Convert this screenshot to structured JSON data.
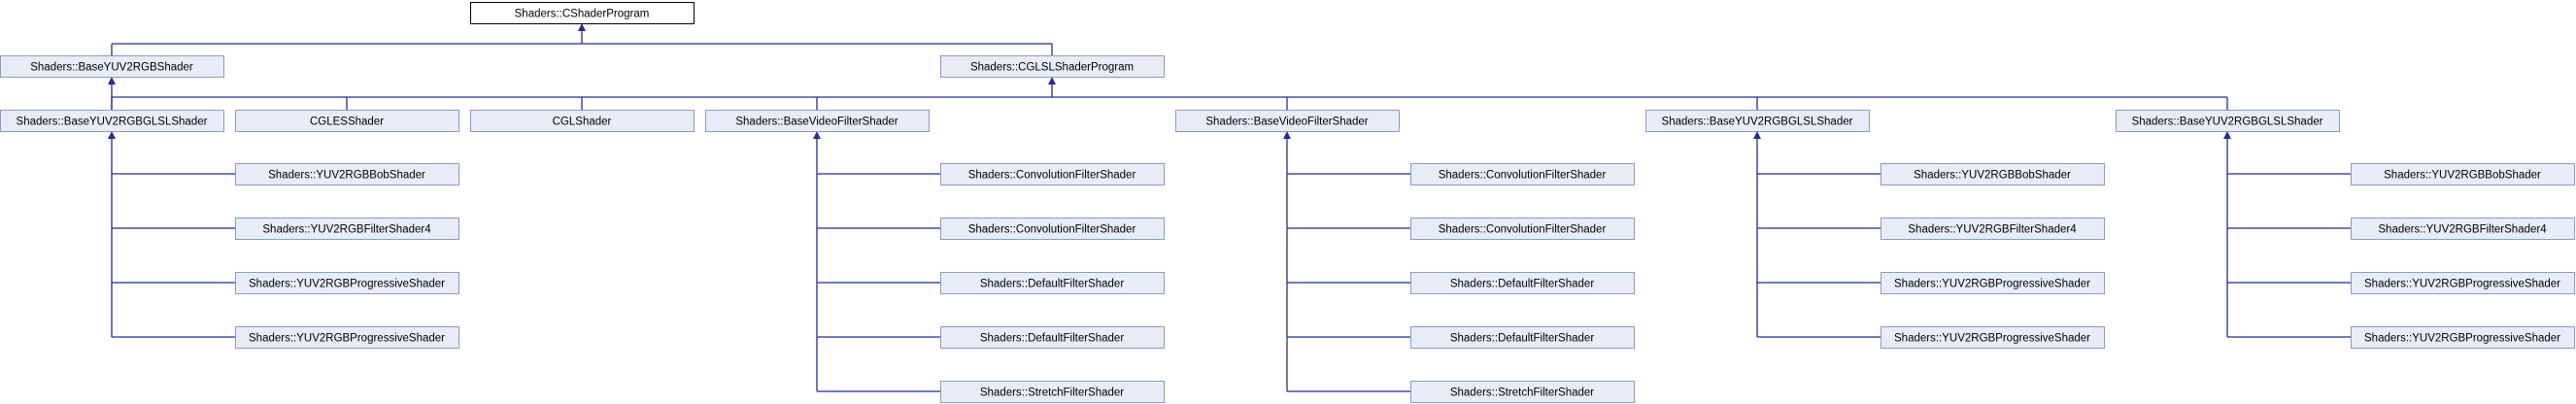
{
  "colors": {
    "node_fill": "#e8ecf6",
    "node_border": "#8a9ac8",
    "root_fill": "#ffffff",
    "root_border": "#000000",
    "edge": "#1f2f8c"
  },
  "nodes": [
    {
      "id": "root",
      "label": "Shaders::CShaderProgram",
      "root": true
    },
    {
      "id": "base_yuv",
      "label": "Shaders::BaseYUV2RGBShader"
    },
    {
      "id": "cglsl",
      "label": "Shaders::CGLSLShaderProgram"
    },
    {
      "id": "c0",
      "label": "Shaders::BaseYUV2RGBGLSLShader"
    },
    {
      "id": "c1",
      "label": "CGLESShader"
    },
    {
      "id": "c2",
      "label": "CGLShader"
    },
    {
      "id": "c3",
      "label": "Shaders::BaseVideoFilterShader"
    },
    {
      "id": "c4",
      "label": "Shaders::BaseVideoFilterShader"
    },
    {
      "id": "c5",
      "label": "Shaders::BaseYUV2RGBGLSLShader"
    },
    {
      "id": "c6",
      "label": "Shaders::BaseYUV2RGBGLSLShader"
    },
    {
      "id": "c0_0",
      "label": "Shaders::YUV2RGBBobShader"
    },
    {
      "id": "c0_1",
      "label": "Shaders::YUV2RGBFilterShader4"
    },
    {
      "id": "c0_2",
      "label": "Shaders::YUV2RGBProgressiveShader"
    },
    {
      "id": "c0_3",
      "label": "Shaders::YUV2RGBProgressiveShader"
    },
    {
      "id": "c3_0",
      "label": "Shaders::ConvolutionFilterShader"
    },
    {
      "id": "c3_1",
      "label": "Shaders::ConvolutionFilterShader"
    },
    {
      "id": "c3_2",
      "label": "Shaders::DefaultFilterShader"
    },
    {
      "id": "c3_3",
      "label": "Shaders::DefaultFilterShader"
    },
    {
      "id": "c3_4",
      "label": "Shaders::StretchFilterShader"
    },
    {
      "id": "c4_0",
      "label": "Shaders::ConvolutionFilterShader"
    },
    {
      "id": "c4_1",
      "label": "Shaders::ConvolutionFilterShader"
    },
    {
      "id": "c4_2",
      "label": "Shaders::DefaultFilterShader"
    },
    {
      "id": "c4_3",
      "label": "Shaders::DefaultFilterShader"
    },
    {
      "id": "c4_4",
      "label": "Shaders::StretchFilterShader"
    },
    {
      "id": "c5_0",
      "label": "Shaders::YUV2RGBBobShader"
    },
    {
      "id": "c5_1",
      "label": "Shaders::YUV2RGBFilterShader4"
    },
    {
      "id": "c5_2",
      "label": "Shaders::YUV2RGBProgressiveShader"
    },
    {
      "id": "c5_3",
      "label": "Shaders::YUV2RGBProgressiveShader"
    },
    {
      "id": "c6_0",
      "label": "Shaders::YUV2RGBBobShader"
    },
    {
      "id": "c6_1",
      "label": "Shaders::YUV2RGBFilterShader4"
    },
    {
      "id": "c6_2",
      "label": "Shaders::YUV2RGBProgressiveShader"
    },
    {
      "id": "c6_3",
      "label": "Shaders::YUV2RGBProgressiveShader"
    }
  ],
  "edges": [
    {
      "parent": "root",
      "children": [
        "base_yuv",
        "cglsl"
      ]
    },
    {
      "parent": "base_yuv",
      "children": [
        "c0"
      ]
    },
    {
      "parent": "cglsl",
      "children": [
        "c0",
        "c1",
        "c2",
        "c3",
        "c4",
        "c5",
        "c6"
      ]
    },
    {
      "parent": "c0",
      "children": [
        "c0_0",
        "c0_1",
        "c0_2",
        "c0_3"
      ]
    },
    {
      "parent": "c3",
      "children": [
        "c3_0",
        "c3_1",
        "c3_2",
        "c3_3",
        "c3_4"
      ]
    },
    {
      "parent": "c4",
      "children": [
        "c4_0",
        "c4_1",
        "c4_2",
        "c4_3",
        "c4_4"
      ]
    },
    {
      "parent": "c5",
      "children": [
        "c5_0",
        "c5_1",
        "c5_2",
        "c5_3"
      ]
    },
    {
      "parent": "c6",
      "children": [
        "c6_0",
        "c6_1",
        "c6_2",
        "c6_3"
      ]
    }
  ]
}
